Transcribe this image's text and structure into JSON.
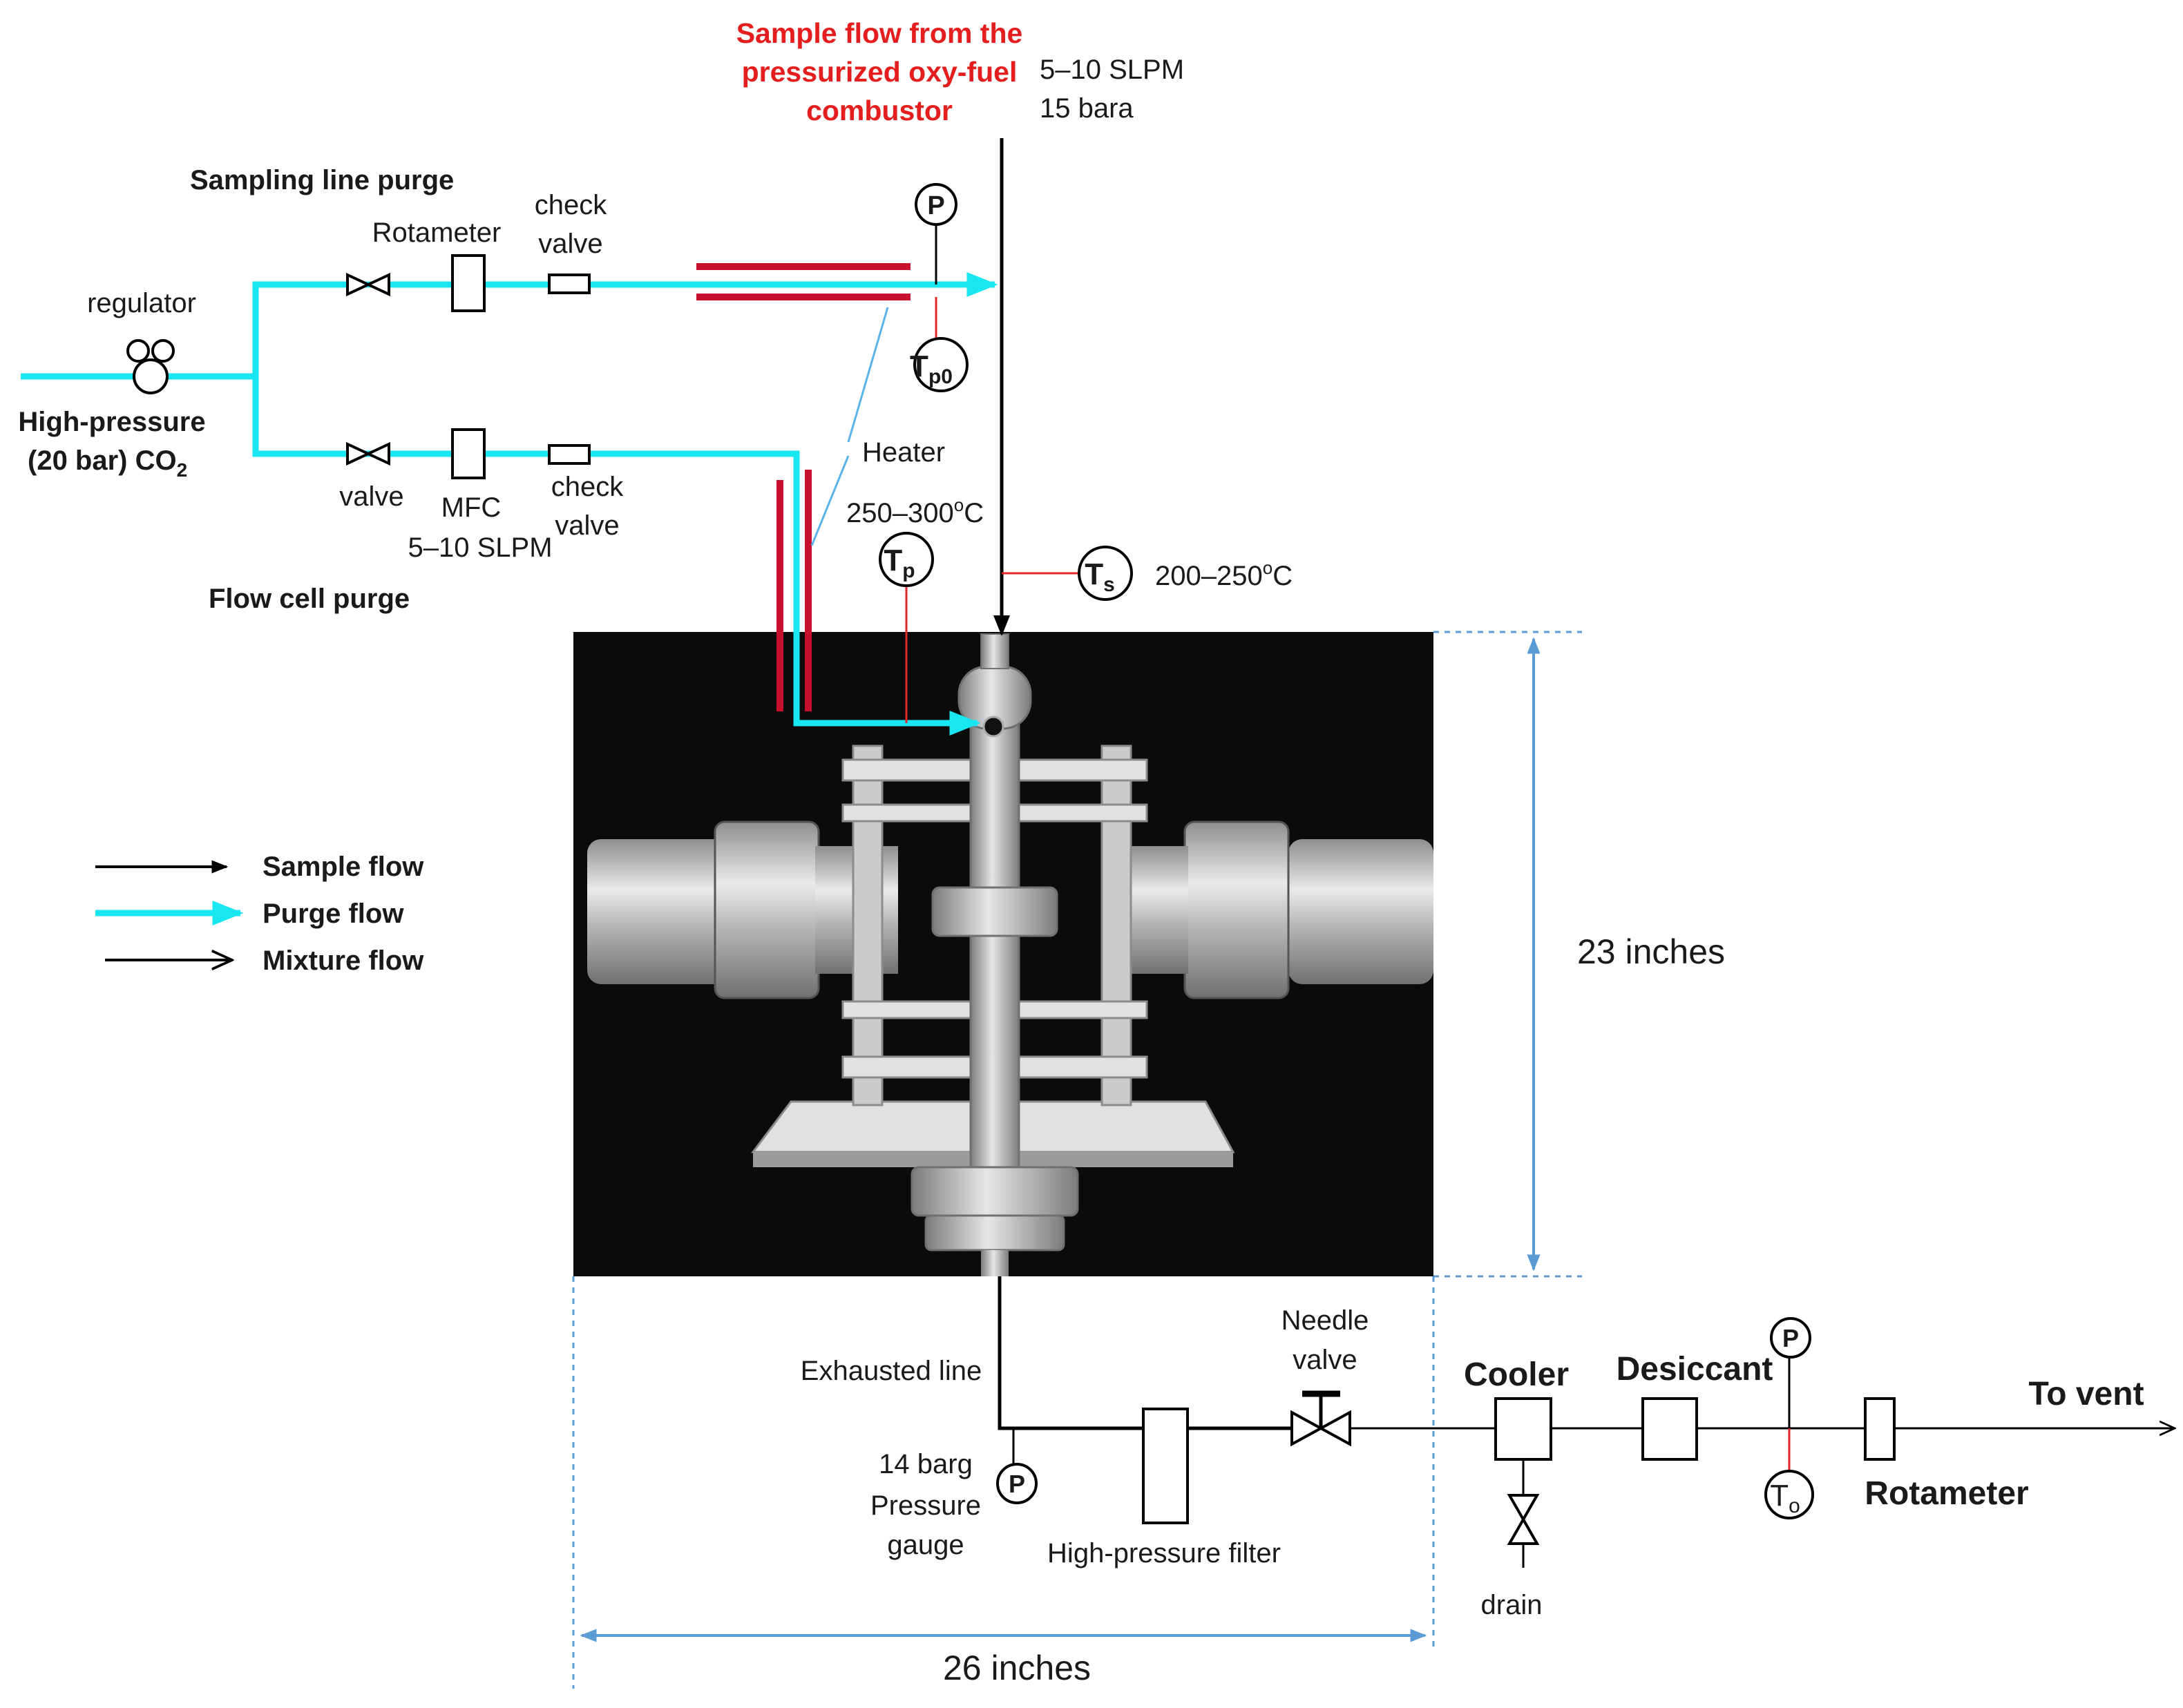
{
  "title": {
    "line1": "Sample flow from the",
    "line2": "pressurized oxy-fuel",
    "line3": "combustor"
  },
  "inlet": {
    "flow": "5–10 SLPM",
    "pressure": "15 bara"
  },
  "purge": {
    "sampling_line_purge": "Sampling line purge",
    "flow_cell_purge": "Flow cell purge",
    "regulator": "regulator",
    "source_line1": "High-pressure",
    "source_line2": "(20 bar) CO",
    "source_sub": "2",
    "rotameter": "Rotameter",
    "check_valve_top_1": "check",
    "check_valve_top_2": "valve",
    "valve": "valve",
    "mfc": "MFC",
    "mfc_flow": "5–10 SLPM",
    "check_valve_bot_1": "check",
    "check_valve_bot_2": "valve"
  },
  "heater": {
    "label": "Heater",
    "temp": "250–300",
    "temp_sup": "o",
    "temp_unit": "C"
  },
  "sensors": {
    "p": "P",
    "tp0": "T",
    "tp0_sub": "p0",
    "tp": "T",
    "tp_sub": "p",
    "ts": "T",
    "ts_sub": "s",
    "ts_temp": "200–250",
    "ts_temp_sup": "o",
    "ts_temp_unit": "C",
    "to": "T",
    "to_sub": "o"
  },
  "legend": {
    "sample": "Sample flow",
    "purge": "Purge flow",
    "mixture": "Mixture flow"
  },
  "dimensions": {
    "height": "23 inches",
    "width": "26 inches"
  },
  "exhaust": {
    "line": "Exhausted line",
    "gauge_value": "14 barg",
    "gauge_label_1": "Pressure",
    "gauge_label_2": "gauge",
    "filter": "High-pressure filter",
    "needle_1": "Needle",
    "needle_2": "valve",
    "cooler": "Cooler",
    "drain": "drain",
    "desiccant": "Desiccant",
    "rotameter": "Rotameter",
    "vent": "To vent"
  },
  "colors": {
    "purge": "#18e6f0",
    "heater": "#c8102e",
    "title": "#e41e1e",
    "sensor_link": "#e02626",
    "dimension": "#5b9bd5",
    "photo_bg": "#0b0b0b"
  }
}
